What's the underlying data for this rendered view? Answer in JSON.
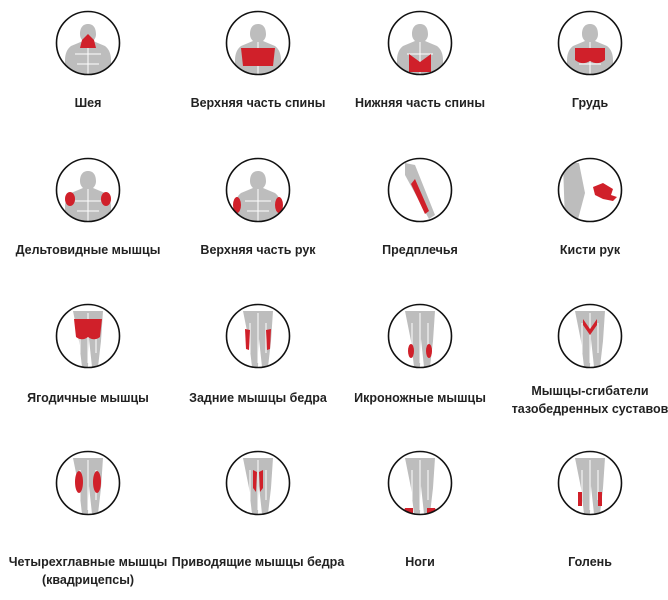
{
  "colors": {
    "highlight": "#d0202a",
    "body": "#bdbdbd",
    "outline": "#111111"
  },
  "items": [
    {
      "label": "Шея",
      "icon": "neck-icon",
      "kind": "neck"
    },
    {
      "label": "Верхняя часть спины",
      "icon": "upper-back-icon",
      "kind": "upperback"
    },
    {
      "label": "Нижняя часть спины",
      "icon": "lower-back-icon",
      "kind": "lowerback"
    },
    {
      "label": "Грудь",
      "icon": "chest-icon",
      "kind": "chest"
    },
    {
      "label": "Дельтовидные мышцы",
      "icon": "deltoids-icon",
      "kind": "delts"
    },
    {
      "label": "Верхняя часть рук",
      "icon": "upper-arms-icon",
      "kind": "arms"
    },
    {
      "label": "Предплечья",
      "icon": "forearms-icon",
      "kind": "forearm"
    },
    {
      "label": "Кисти рук",
      "icon": "hands-icon",
      "kind": "hand"
    },
    {
      "label": "Ягодичные мышцы",
      "icon": "glutes-icon",
      "kind": "glutes"
    },
    {
      "label": "Задние мышцы бедра",
      "icon": "hamstrings-icon",
      "kind": "hams"
    },
    {
      "label": "Икроножные мышцы",
      "icon": "calves-icon",
      "kind": "calves"
    },
    {
      "label": "Мышцы-сгибатели тазобедренных суставов",
      "icon": "hip-flexors-icon",
      "kind": "hipflex"
    },
    {
      "label": "Четырехглавные мышцы (квадрицепсы)",
      "icon": "quadriceps-icon",
      "kind": "quads"
    },
    {
      "label": "Приводящие мышцы бедра",
      "icon": "adductors-icon",
      "kind": "adductors"
    },
    {
      "label": "Ноги",
      "icon": "feet-icon",
      "kind": "feet"
    },
    {
      "label": "Голень",
      "icon": "shins-icon",
      "kind": "shins"
    }
  ]
}
